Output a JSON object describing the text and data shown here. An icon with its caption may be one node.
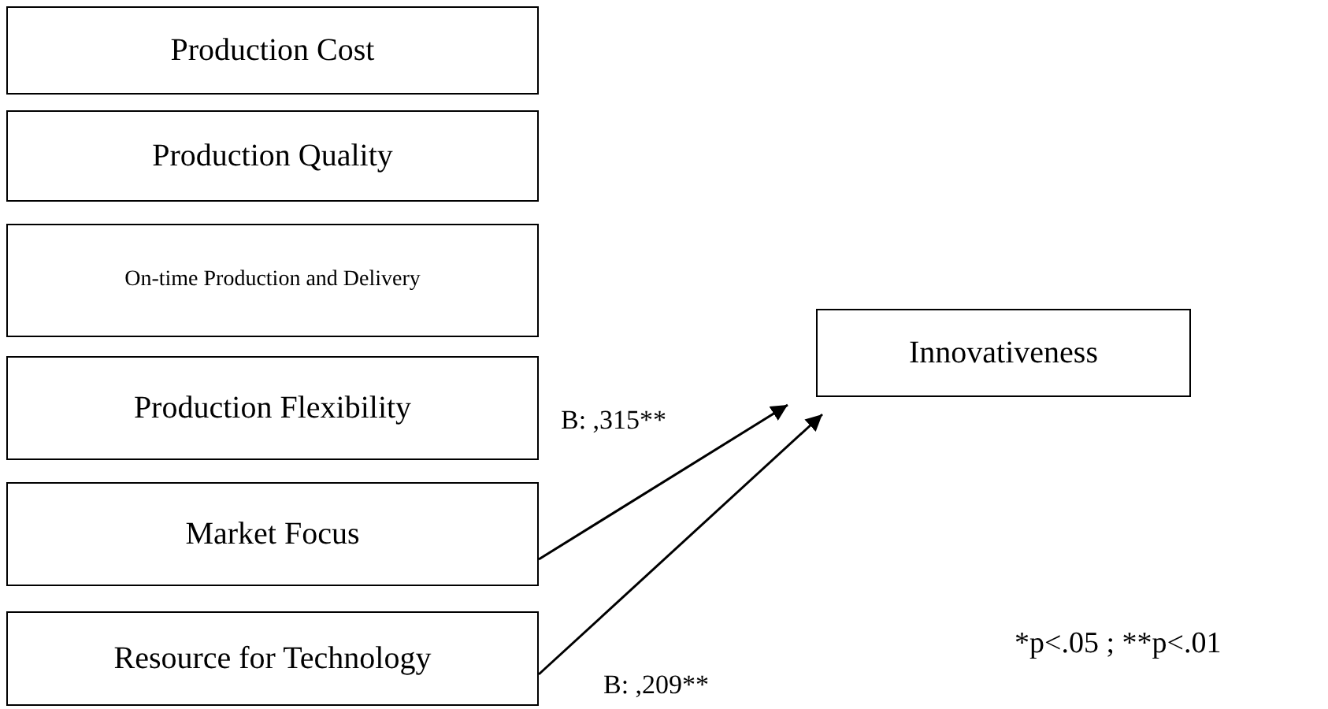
{
  "diagram": {
    "nodes": [
      {
        "text": [
          "Production Cost"
        ]
      },
      {
        "text": [
          "Production Quality"
        ]
      },
      {
        "text": [
          "On-time Production and Delivery"
        ]
      },
      {
        "text": [
          "Production Flexibility"
        ]
      },
      {
        "text": [
          "Market Focus"
        ]
      },
      {
        "text": [
          "Resource for Technology"
        ]
      },
      {
        "text": [
          "Innovativeness"
        ]
      }
    ],
    "edges": [
      {
        "from": 4,
        "to": 6,
        "arrow": "to",
        "label": "B: ,315**"
      },
      {
        "from": 5,
        "to": 6,
        "arrow": "to",
        "label": "B: ,209**"
      }
    ],
    "labels": [
      "*p<.05 ; **p<.01"
    ]
  }
}
